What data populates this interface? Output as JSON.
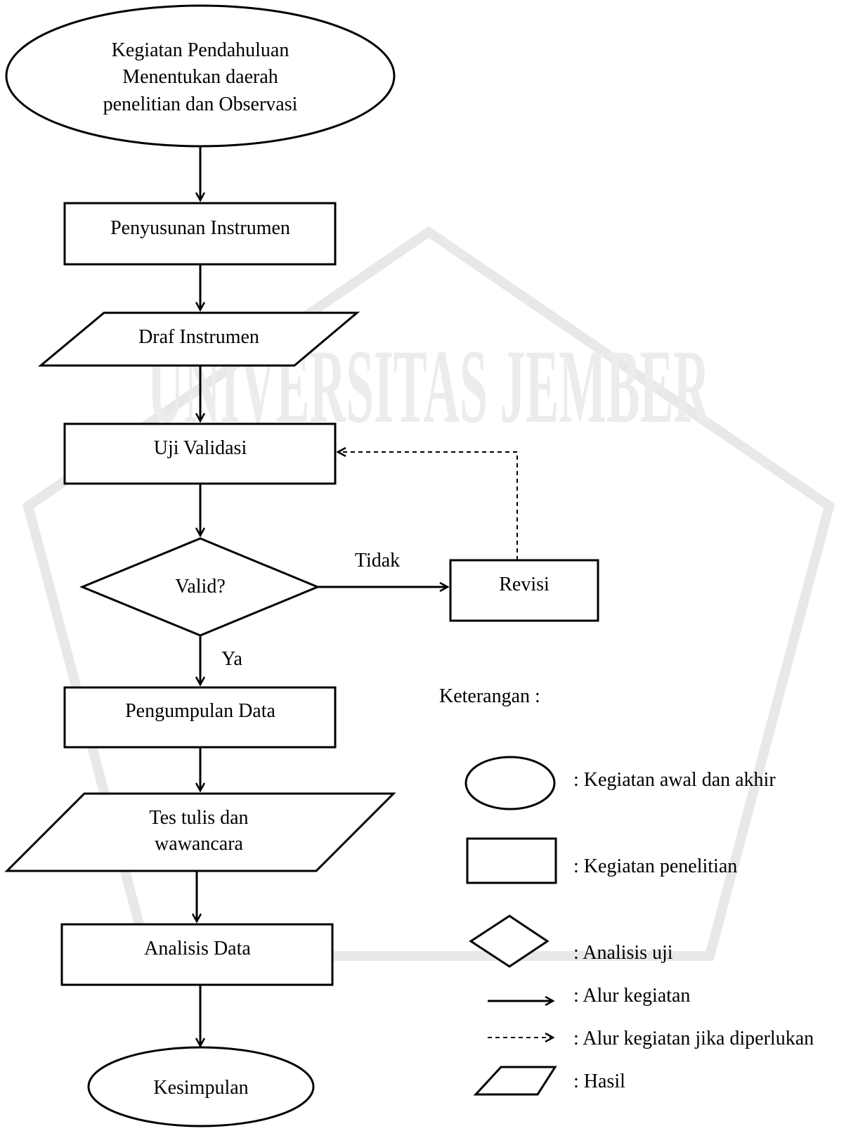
{
  "flow": {
    "start": [
      "Kegiatan Pendahuluan",
      "Menentukan daerah",
      "penelitian dan Observasi"
    ],
    "step_penyusunan": "Penyusunan Instrumen",
    "result_draf": "Draf Instrumen",
    "step_uji": "Uji Validasi",
    "decision": "Valid?",
    "label_no": "Tidak",
    "step_revisi": "Revisi",
    "label_yes": "Ya",
    "step_pengumpulan": "Pengumpulan Data",
    "result_tes": [
      "Tes tulis dan",
      "wawancara"
    ],
    "step_analisis": "Analisis Data",
    "end": "Kesimpulan"
  },
  "legend": {
    "title": "Keterangan :",
    "oval": ": Kegiatan awal dan akhir",
    "rect": ": Kegiatan penelitian",
    "diamond": ": Analisis uji",
    "arrow": ": Alur kegiatan",
    "dashed_arrow": ": Alur kegiatan jika diperlukan",
    "parallelogram": ": Hasil"
  },
  "watermark": {
    "text": "UNIVERSITAS JEMBER"
  }
}
